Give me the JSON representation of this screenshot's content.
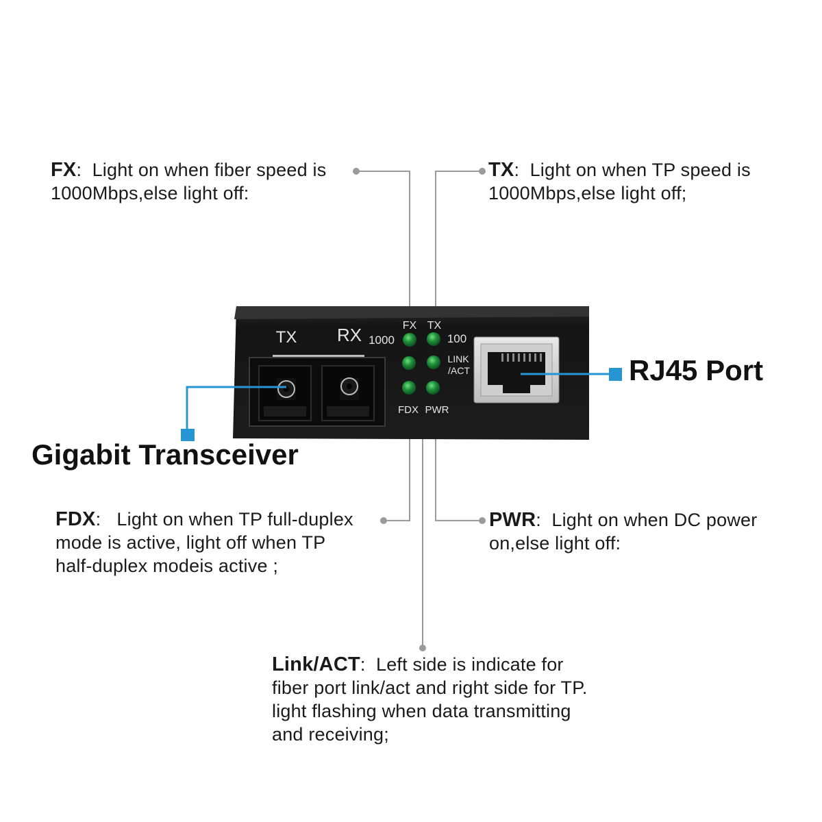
{
  "annotations": {
    "fx": {
      "key": "FX",
      "sep": ":",
      "lines": [
        "Light on when fiber speed is",
        "1000Mbps,else light off:"
      ]
    },
    "tx": {
      "key": "TX",
      "sep": ":",
      "lines": [
        "Light on when TP speed is",
        "1000Mbps,else light off;"
      ]
    },
    "fdx": {
      "key": "FDX",
      "sep": ":",
      "lines": [
        "Light on when TP full-duplex",
        "mode is active, light off when TP",
        "half-duplex modeis active ;"
      ]
    },
    "pwr": {
      "key": "PWR",
      "sep": ":",
      "lines": [
        "Light on when DC power",
        "on,else light off:"
      ]
    },
    "link": {
      "key": "Link/ACT",
      "sep": ":",
      "lines": [
        "Left side is indicate for",
        "fiber port link/act and right side for TP.",
        "light flashing when data transmitting",
        "and receiving;"
      ]
    }
  },
  "callouts": {
    "transceiver": "Gigabit Transceiver",
    "rj45": "RJ45 Port"
  },
  "device": {
    "port_labels": {
      "tx": "TX",
      "rx": "RX"
    },
    "led_labels": {
      "fx": "FX",
      "tx": "TX",
      "left_speed": "1000",
      "right_speed": "100",
      "link_line1": "LINK",
      "link_line2": "/ACT",
      "fdx": "FDX",
      "pwr": "PWR"
    }
  },
  "colors": {
    "device_body": "#151515",
    "led_green": "#1f8f3a",
    "callout_blue": "#2596d1",
    "leader_gray": "#9a9a9a"
  }
}
